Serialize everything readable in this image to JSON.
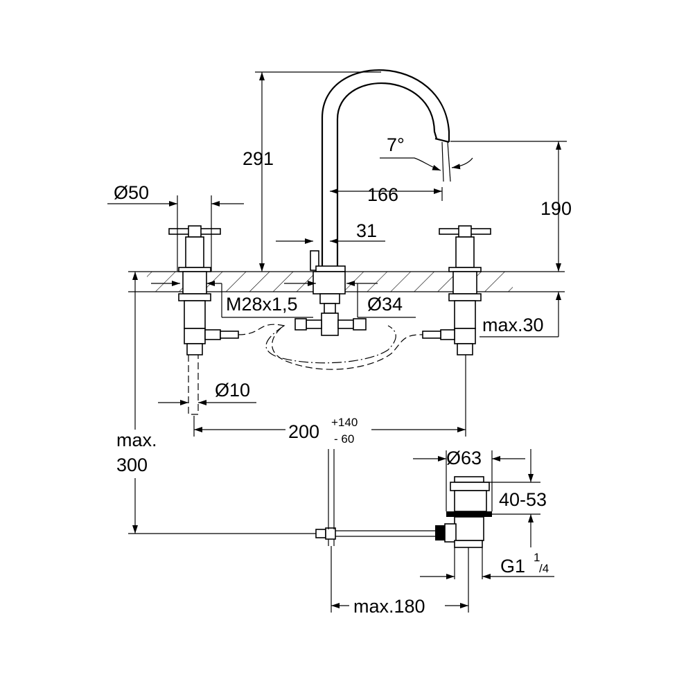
{
  "dimensions": {
    "spout_height": "291",
    "outlet_height": "190",
    "spout_angle": "7°",
    "spout_reach": "166",
    "handle_diameter": "Ø50",
    "spout_base": "31",
    "thread": "M28x1,5",
    "hole_diameter": "Ø34",
    "max_thickness": "max.30",
    "hose_diameter": "Ø10",
    "spacing": "200",
    "spacing_tol_plus": "+140",
    "spacing_tol_minus": "-  60",
    "max_depth_line1": "max.",
    "max_depth_line2": "300",
    "drain_diameter": "Ø63",
    "drain_range": "40-53",
    "drain_thread": "G1",
    "drain_thread_num": "1",
    "drain_thread_den": "/4",
    "drain_reach": "max.180"
  }
}
